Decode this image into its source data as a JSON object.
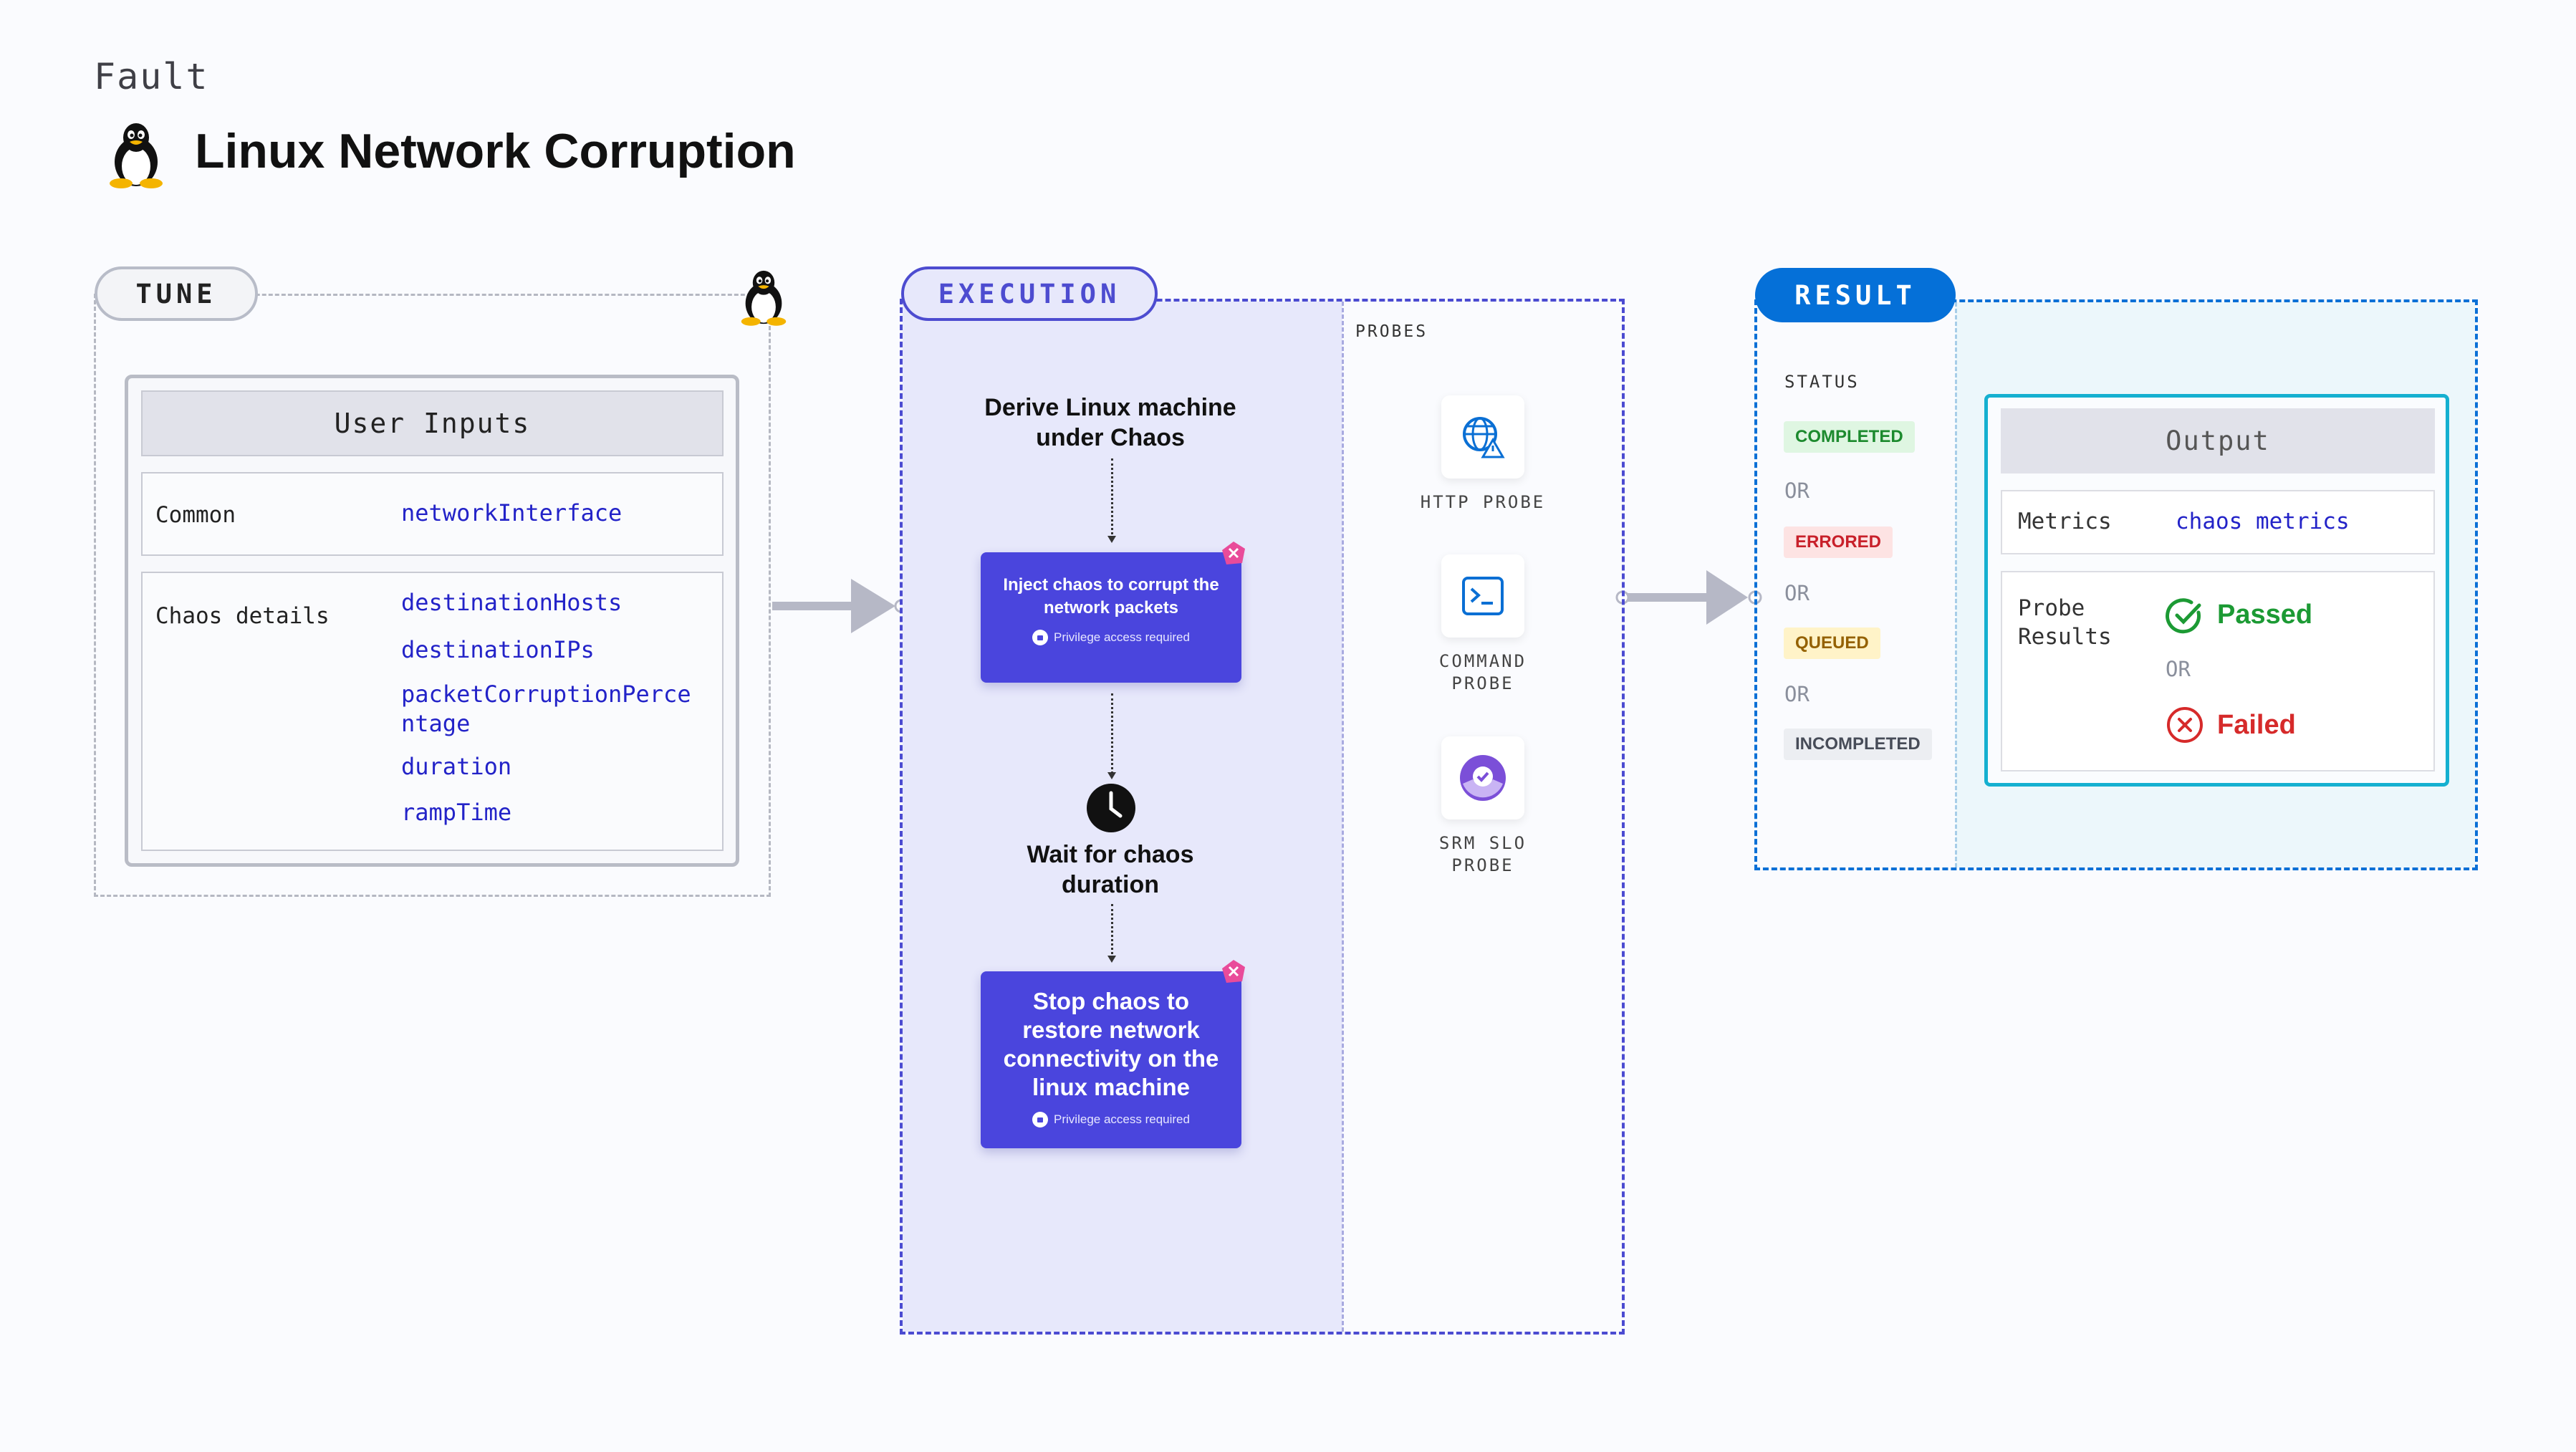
{
  "header": {
    "eyebrow": "Fault",
    "title": "Linux Network Corruption",
    "icon": "linux-penguin-icon"
  },
  "tune": {
    "label": "TUNE",
    "user_inputs_title": "User Inputs",
    "common": {
      "label": "Common",
      "params": [
        "networkInterface"
      ]
    },
    "chaos_details": {
      "label": "Chaos details",
      "params": [
        "destinationHosts",
        "destinationIPs",
        "packetCorruptionPerce",
        "ntage",
        "duration",
        "rampTime"
      ]
    }
  },
  "execution": {
    "label": "EXECUTION",
    "steps": {
      "derive": [
        "Derive Linux machine",
        "under Chaos"
      ],
      "inject": [
        "Inject chaos to corrupt the",
        "network packets"
      ],
      "inject_note": "Privilege access required",
      "wait": [
        "Wait for chaos",
        "duration"
      ],
      "stop": [
        "Stop chaos to",
        "restore network",
        "connectivity on the",
        "linux machine"
      ],
      "stop_note": "Privilege access required"
    },
    "probes_label": "PROBES",
    "probes": [
      {
        "name": [
          "HTTP PROBE"
        ],
        "icon": "globe-warning-icon"
      },
      {
        "name": [
          "COMMAND",
          "PROBE"
        ],
        "icon": "terminal-icon"
      },
      {
        "name": [
          "SRM SLO",
          "PROBE"
        ],
        "icon": "srm-slo-icon"
      }
    ]
  },
  "result": {
    "label": "RESULT",
    "status_label": "STATUS",
    "statuses": [
      "COMPLETED",
      "ERRORED",
      "QUEUED",
      "INCOMPLETED"
    ],
    "or_text": "OR",
    "output_title": "Output",
    "metrics_label": "Metrics",
    "metrics_value": "chaos metrics",
    "probe_results_label": [
      "Probe",
      "Results"
    ],
    "passed": "Passed",
    "failed": "Failed"
  },
  "colors": {
    "execution_accent": "#4b4bd1",
    "result_accent": "#0570d8",
    "passed": "#1c9a34",
    "failed": "#d62a2a",
    "param_text": "#2323c8"
  }
}
